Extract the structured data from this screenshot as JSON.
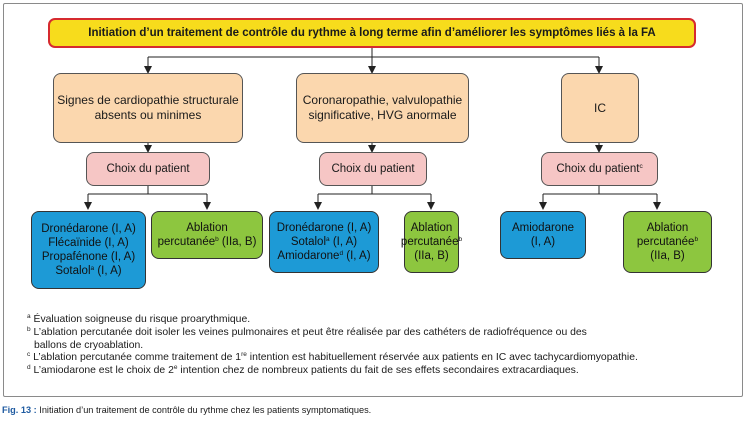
{
  "title": "Initiation d’un traitement de contrôle du rythme à long terme afin d’améliorer les symptômes liés à la FA",
  "columns": [
    {
      "category_lines": [
        "Signes de cardiopathie structurale",
        "absents ou minimes"
      ],
      "choice": "Choix du patient",
      "choice_sup": "",
      "drugs": [
        {
          "text": "Dronédarone (I, A)",
          "sup": "",
          "after": ""
        },
        {
          "text": "Flécaïnide (I, A)",
          "sup": "",
          "after": ""
        },
        {
          "text": "Propafénone (I, A)",
          "sup": "",
          "after": ""
        },
        {
          "text": "Sotalol",
          "sup": "a",
          "after": " (I, A)"
        }
      ],
      "ablation": {
        "line1": "Ablation",
        "line2": "percutanée",
        "sup": "b",
        "after": " (IIa, B)"
      }
    },
    {
      "category_lines": [
        "Coronaropathie, valvulopathie",
        "significative, HVG anormale"
      ],
      "choice": "Choix du patient",
      "choice_sup": "",
      "drugs": [
        {
          "text": "Dronédarone (I, A)",
          "sup": "",
          "after": ""
        },
        {
          "text": "Sotalol",
          "sup": "a",
          "after": " (I, A)"
        },
        {
          "text": "Amiodarone",
          "sup": "d",
          "after": " (I, A)"
        }
      ],
      "ablation": {
        "line1": "Ablation",
        "line2": "percutanée",
        "sup": "b",
        "line3": "(IIa, B)"
      }
    },
    {
      "category_lines": [
        "IC"
      ],
      "choice": "Choix du patient",
      "choice_sup": "c",
      "drugs": [
        {
          "text": "Amiodarone",
          "sup": "",
          "after": ""
        },
        {
          "text": "(I, A)",
          "sup": "",
          "after": ""
        }
      ],
      "ablation": {
        "line1": "Ablation",
        "line2": "percutanée",
        "sup": "b",
        "line3": "(IIa, B)"
      }
    }
  ],
  "footnotes": [
    {
      "mark": "a",
      "lines": [
        "Évaluation soigneuse du risque proarythmique."
      ]
    },
    {
      "mark": "b",
      "lines": [
        "L’ablation percutanée doit isoler les veines pulmonaires et peut être réalisée par des cathéters de radiofréquence ou des",
        "ballons de cryoablation."
      ]
    },
    {
      "mark": "c",
      "lines": [
        "L’ablation percutanée comme traitement de 1",
        "re",
        " intention est habituellement réservée aux patients en IC avec tachycardiomyopathie."
      ]
    },
    {
      "mark": "d",
      "lines": [
        "L’amiodarone est le choix de 2",
        "e",
        " intention chez de nombreux patients du fait de ses effets secondaires extracardiaques."
      ]
    }
  ],
  "caption": {
    "label": "Fig. 13 :",
    "text": " Initiation d’un traitement de contrôle du rythme chez les patients symptomatiques."
  },
  "colors": {
    "title_fill": "#f7dc1c",
    "title_border": "#d62a2f",
    "category_fill": "#fbd7ae",
    "choice_fill": "#f6c6c5",
    "drug_fill": "#1d9ad6",
    "ablation_fill": "#8dc63f",
    "caption_label": "#1e5aa0"
  }
}
